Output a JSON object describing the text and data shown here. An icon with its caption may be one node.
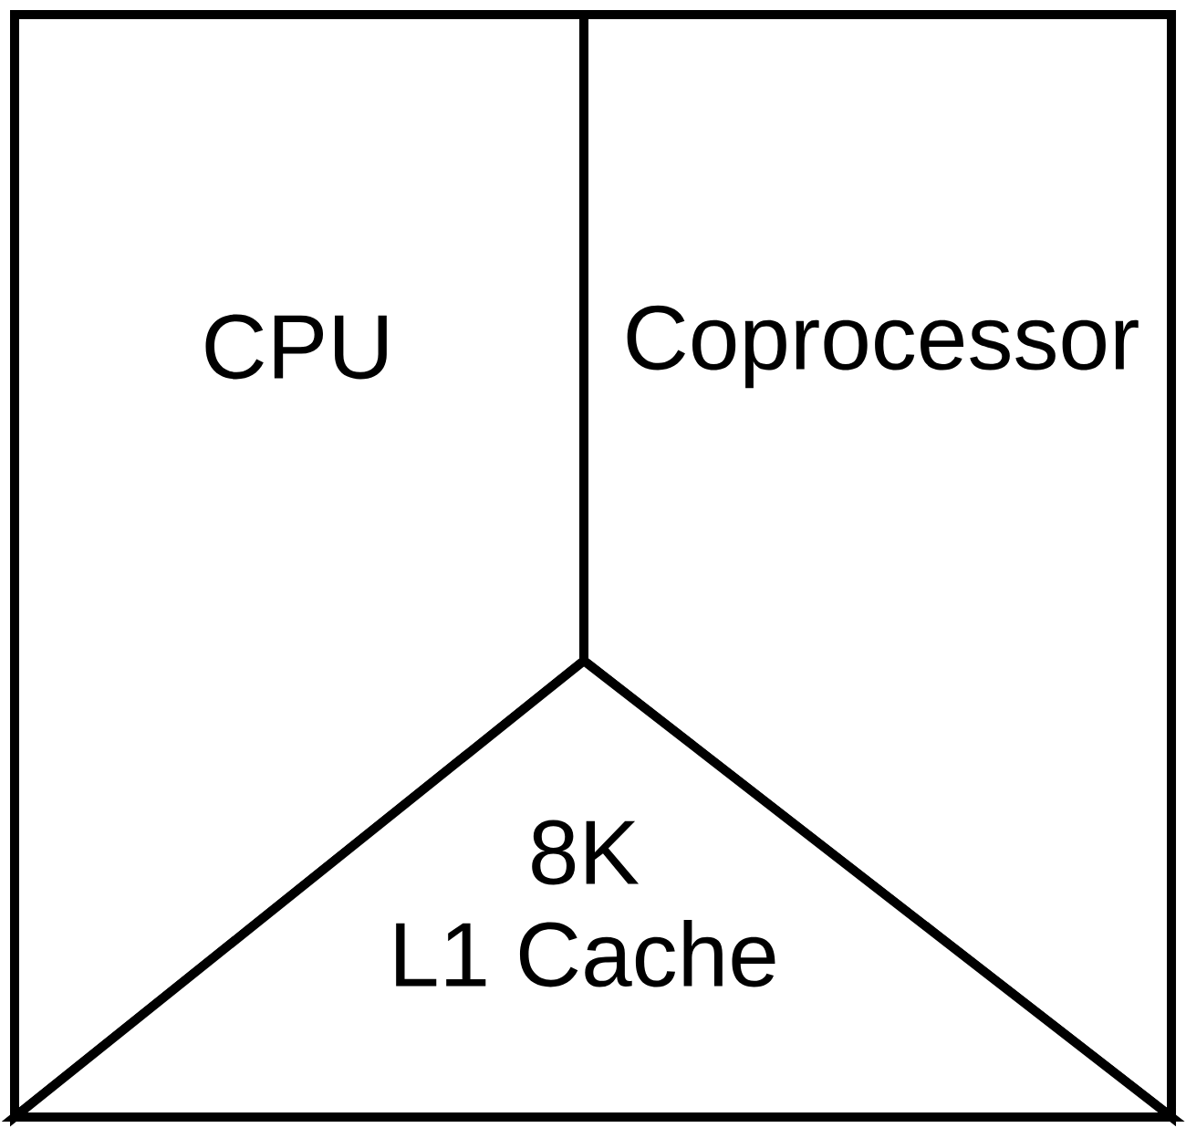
{
  "diagram": {
    "nodes": [
      {
        "text": [
          "CPU"
        ]
      },
      {
        "text": [
          "Coprocessor"
        ]
      },
      {
        "text": [
          "8K L1 Cache"
        ]
      }
    ]
  }
}
